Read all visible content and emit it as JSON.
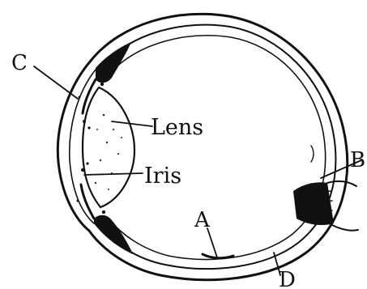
{
  "diagram": {
    "labels": {
      "c": "C",
      "lens": "Lens",
      "iris": "Iris",
      "b": "B",
      "a": "A",
      "d": "D"
    }
  },
  "colors": {
    "ink": "#111111",
    "background": "#ffffff"
  }
}
